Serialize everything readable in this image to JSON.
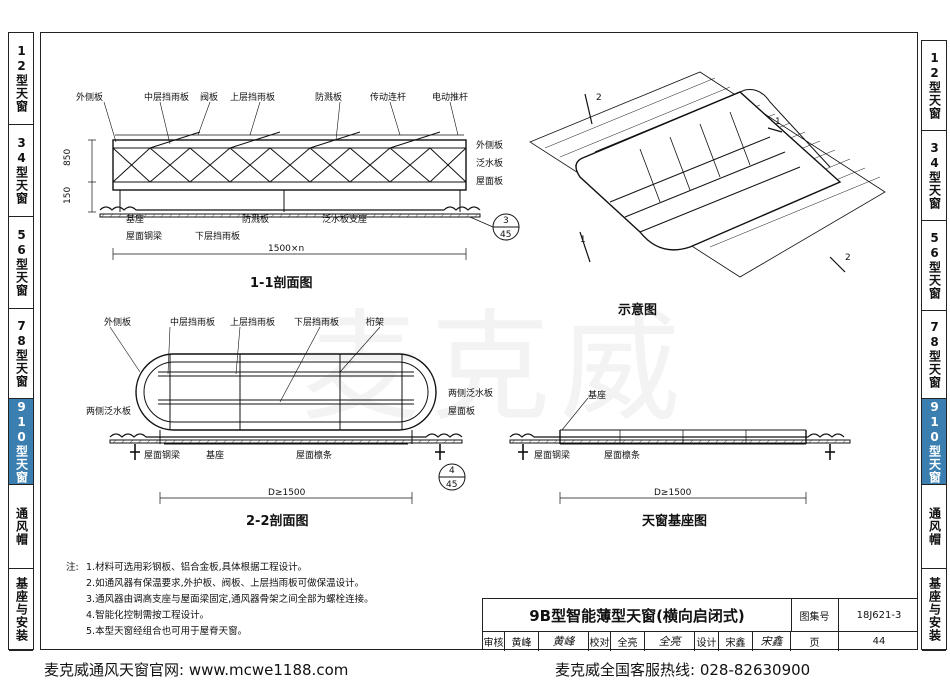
{
  "left_tabs": [
    {
      "label": "12型天窗"
    },
    {
      "label": "34型天窗"
    },
    {
      "label": "56型天窗"
    },
    {
      "label": "78型天窗"
    },
    {
      "label": "910型天窗",
      "active": true
    },
    {
      "label": "通风帽"
    },
    {
      "label": "基座与安装"
    }
  ],
  "right_tabs": [
    {
      "label": "12型天窗"
    },
    {
      "label": "34型天窗"
    },
    {
      "label": "56型天窗"
    },
    {
      "label": "78型天窗"
    },
    {
      "label": "910型天窗",
      "active": true
    },
    {
      "label": "通风帽"
    },
    {
      "label": "基座与安装"
    }
  ],
  "section_1": {
    "title": "1-1剖面图",
    "labels": {
      "outer_panel": "外侧板",
      "mid_rain_panel": "中层挡雨板",
      "valve_panel": "阀板",
      "upper_rain_panel": "上层挡雨板",
      "splash_panel": "防溅板",
      "drive_rod": "传动连杆",
      "electric_actuator": "电动推杆",
      "outer_panel_r": "外侧板",
      "flashing_panel": "泛水板",
      "roof_panel": "屋面板",
      "base": "基座",
      "roof_steel_beam": "屋面钢梁",
      "lower_rain_panel": "下层挡雨板",
      "splash_panel_b": "防溅板",
      "flashing_support": "泛水板支座"
    },
    "dim_850": "850",
    "dim_150": "150",
    "dim_width": "1500×n",
    "ref_top": "3",
    "ref_bottom": "45"
  },
  "section_2": {
    "title": "2-2剖面图",
    "labels": {
      "outer_panel": "外侧板",
      "mid_rain_panel": "中层挡雨板",
      "upper_rain_panel": "上层挡雨板",
      "lower_rain_panel": "下层挡雨板",
      "purlin_frame": "桁架",
      "two_side_flashing_l": "两侧泛水板",
      "two_side_flashing_r": "两侧泛水板",
      "roof_panel": "屋面板",
      "roof_steel_beam": "屋面钢梁",
      "base": "基座",
      "roof_purlin": "屋面檩条"
    },
    "dim_width": "D≥1500",
    "ref_top": "4",
    "ref_bottom": "45"
  },
  "schematic": {
    "title": "示意图",
    "mark_1": "1",
    "mark_2": "2"
  },
  "base_drawing": {
    "title": "天窗基座图",
    "labels": {
      "base": "基座",
      "roof_steel_beam": "屋面钢梁",
      "roof_purlin": "屋面檩条"
    },
    "dim_width": "D≥1500"
  },
  "notes": {
    "heading": "注:",
    "items": [
      "1.材料可选用彩钢板、铝合金板,具体根据工程设计。",
      "2.如通风器有保温要求,外护板、阀板、上层挡雨板可做保温设计。",
      "3.通风器由调高支座与屋面梁固定,通风器骨架之间全部为螺栓连接。",
      "4.智能化控制需按工程设计。",
      "5.本型天窗经组合也可用于屋脊天窗。"
    ]
  },
  "title_block": {
    "title": "9B型智能薄型天窗(横向启闭式)",
    "atlas_label": "图集号",
    "atlas_no": "18J621-3",
    "review_label": "审核",
    "reviewer": "黄峰",
    "reviewer_sig": "黄峰",
    "check_label": "校对",
    "checker": "全亮",
    "checker_sig": "全亮",
    "design_label": "设计",
    "designer": "宋鑫",
    "designer_sig": "宋鑫",
    "page_label": "页",
    "page_no": "44"
  },
  "footer": {
    "left": "麦克威通风天窗官网: www.mcwe1188.com",
    "right": "麦克威全国客服热线: 028-82630900"
  },
  "watermark": "麦克威"
}
